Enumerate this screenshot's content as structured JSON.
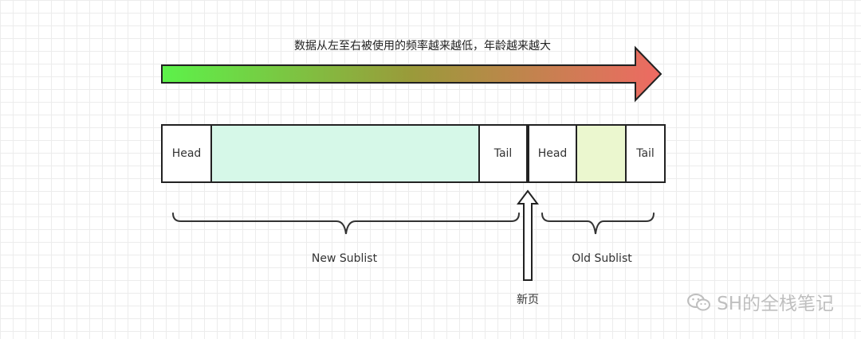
{
  "caption": "数据从左至右被使用的频率越来越低，年龄越来越大",
  "cells": {
    "new_head": "Head",
    "new_tail": "Tail",
    "old_head": "Head",
    "old_tail": "Tail"
  },
  "labels": {
    "new_sublist": "New Sublist",
    "old_sublist": "Old Sublist",
    "new_page": "新页"
  },
  "watermark": "SH的全栈笔记",
  "colors": {
    "arrow_start": "#5cf24a",
    "arrow_end": "#ee6a63",
    "new_area": "#d6f8e8",
    "old_area": "#ebf7cf"
  }
}
